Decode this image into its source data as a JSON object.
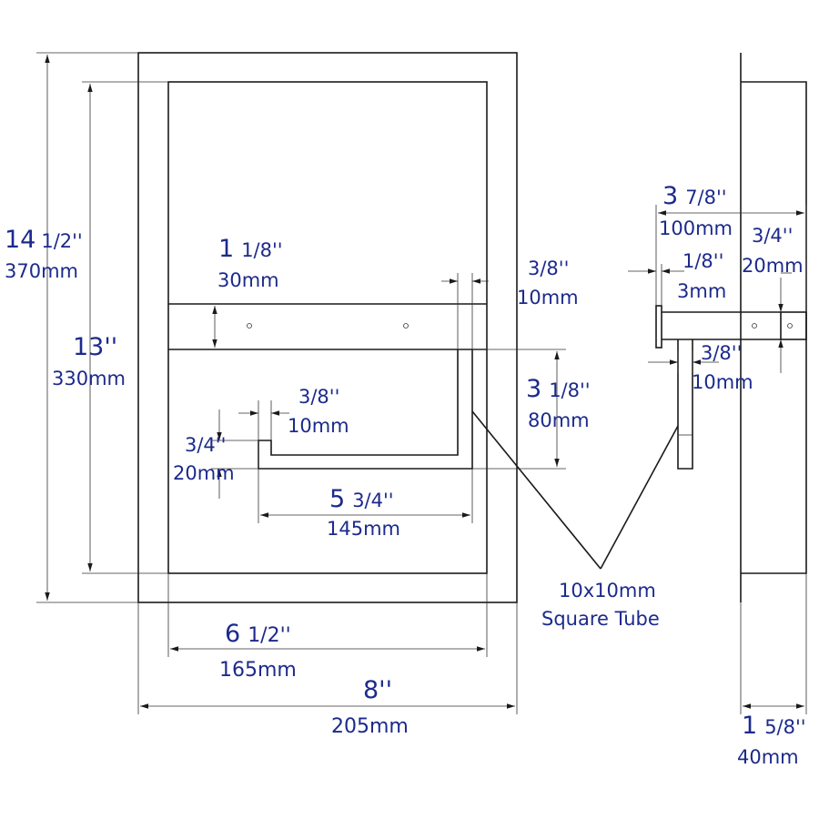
{
  "colors": {
    "outline": "#1a1a1a",
    "dimension_text": "#1c2a8c"
  },
  "views": {
    "front": {
      "height_outer": {
        "whole": "14",
        "fraction": "1/2''",
        "metric": "370mm"
      },
      "height_inner": {
        "whole": "13''",
        "metric": "330mm"
      },
      "bar_height": {
        "whole": "1",
        "fraction": "1/8''",
        "metric": "30mm"
      },
      "gap_right": {
        "imperial": "3/8''",
        "metric": "10mm"
      },
      "holder_depth": {
        "whole": "3",
        "fraction": "1/8''",
        "metric": "80mm"
      },
      "tube_offset": {
        "imperial": "3/8''",
        "metric": "10mm"
      },
      "tube_size": {
        "imperial": "3/4''",
        "metric": "20mm"
      },
      "tube_length": {
        "whole": "5",
        "fraction": "3/4''",
        "metric": "145mm"
      },
      "inner_width": {
        "whole": "6",
        "fraction": "1/2''",
        "metric": "165mm"
      },
      "outer_width": {
        "imperial": "8''",
        "metric": "205mm"
      }
    },
    "callout": {
      "line1": "10x10mm",
      "line2": "Square Tube"
    },
    "side": {
      "projection": {
        "whole": "3",
        "fraction": "7/8''",
        "metric": "100mm"
      },
      "flange": {
        "imperial": "3/4''",
        "metric": "20mm"
      },
      "plate": {
        "imperial": "1/8''",
        "metric": "3mm"
      },
      "tube_gap": {
        "imperial": "3/8''",
        "metric": "10mm"
      },
      "depth": {
        "whole": "1",
        "fraction": "5/8''",
        "metric": "40mm"
      }
    }
  }
}
